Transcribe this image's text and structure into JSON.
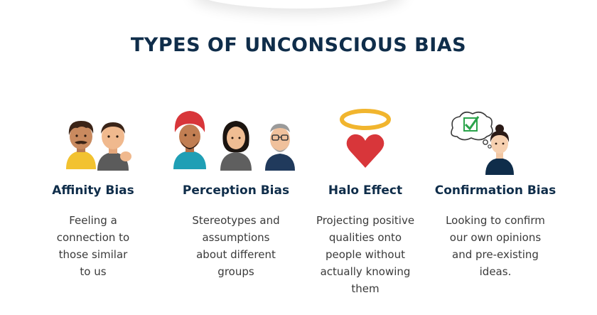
{
  "page": {
    "title": "TYPES OF UNCONSCIOUS BIAS"
  },
  "colors": {
    "heading": "#0f2d4a",
    "body_text": "#3a3a3a",
    "heart": "#d8363a",
    "halo": "#f1b52e",
    "check": "#2aa34a"
  },
  "cards": [
    {
      "title": "Affinity Bias",
      "lines": [
        "Feeling a",
        "connection to",
        "those similar",
        "to us"
      ],
      "icon": "two-people-icon"
    },
    {
      "title": "Perception Bias",
      "lines": [
        "Stereotypes and",
        "assumptions",
        "about different",
        "groups"
      ],
      "icon": "three-people-icon"
    },
    {
      "title": "Halo Effect",
      "lines": [
        "Projecting positive",
        "qualities onto",
        "people without",
        "actually knowing",
        "them"
      ],
      "icon": "halo-heart-icon"
    },
    {
      "title": "Confirmation Bias",
      "lines": [
        "Looking to confirm",
        "our own opinions",
        "and pre-existing",
        "ideas."
      ],
      "icon": "thought-check-person-icon"
    }
  ]
}
